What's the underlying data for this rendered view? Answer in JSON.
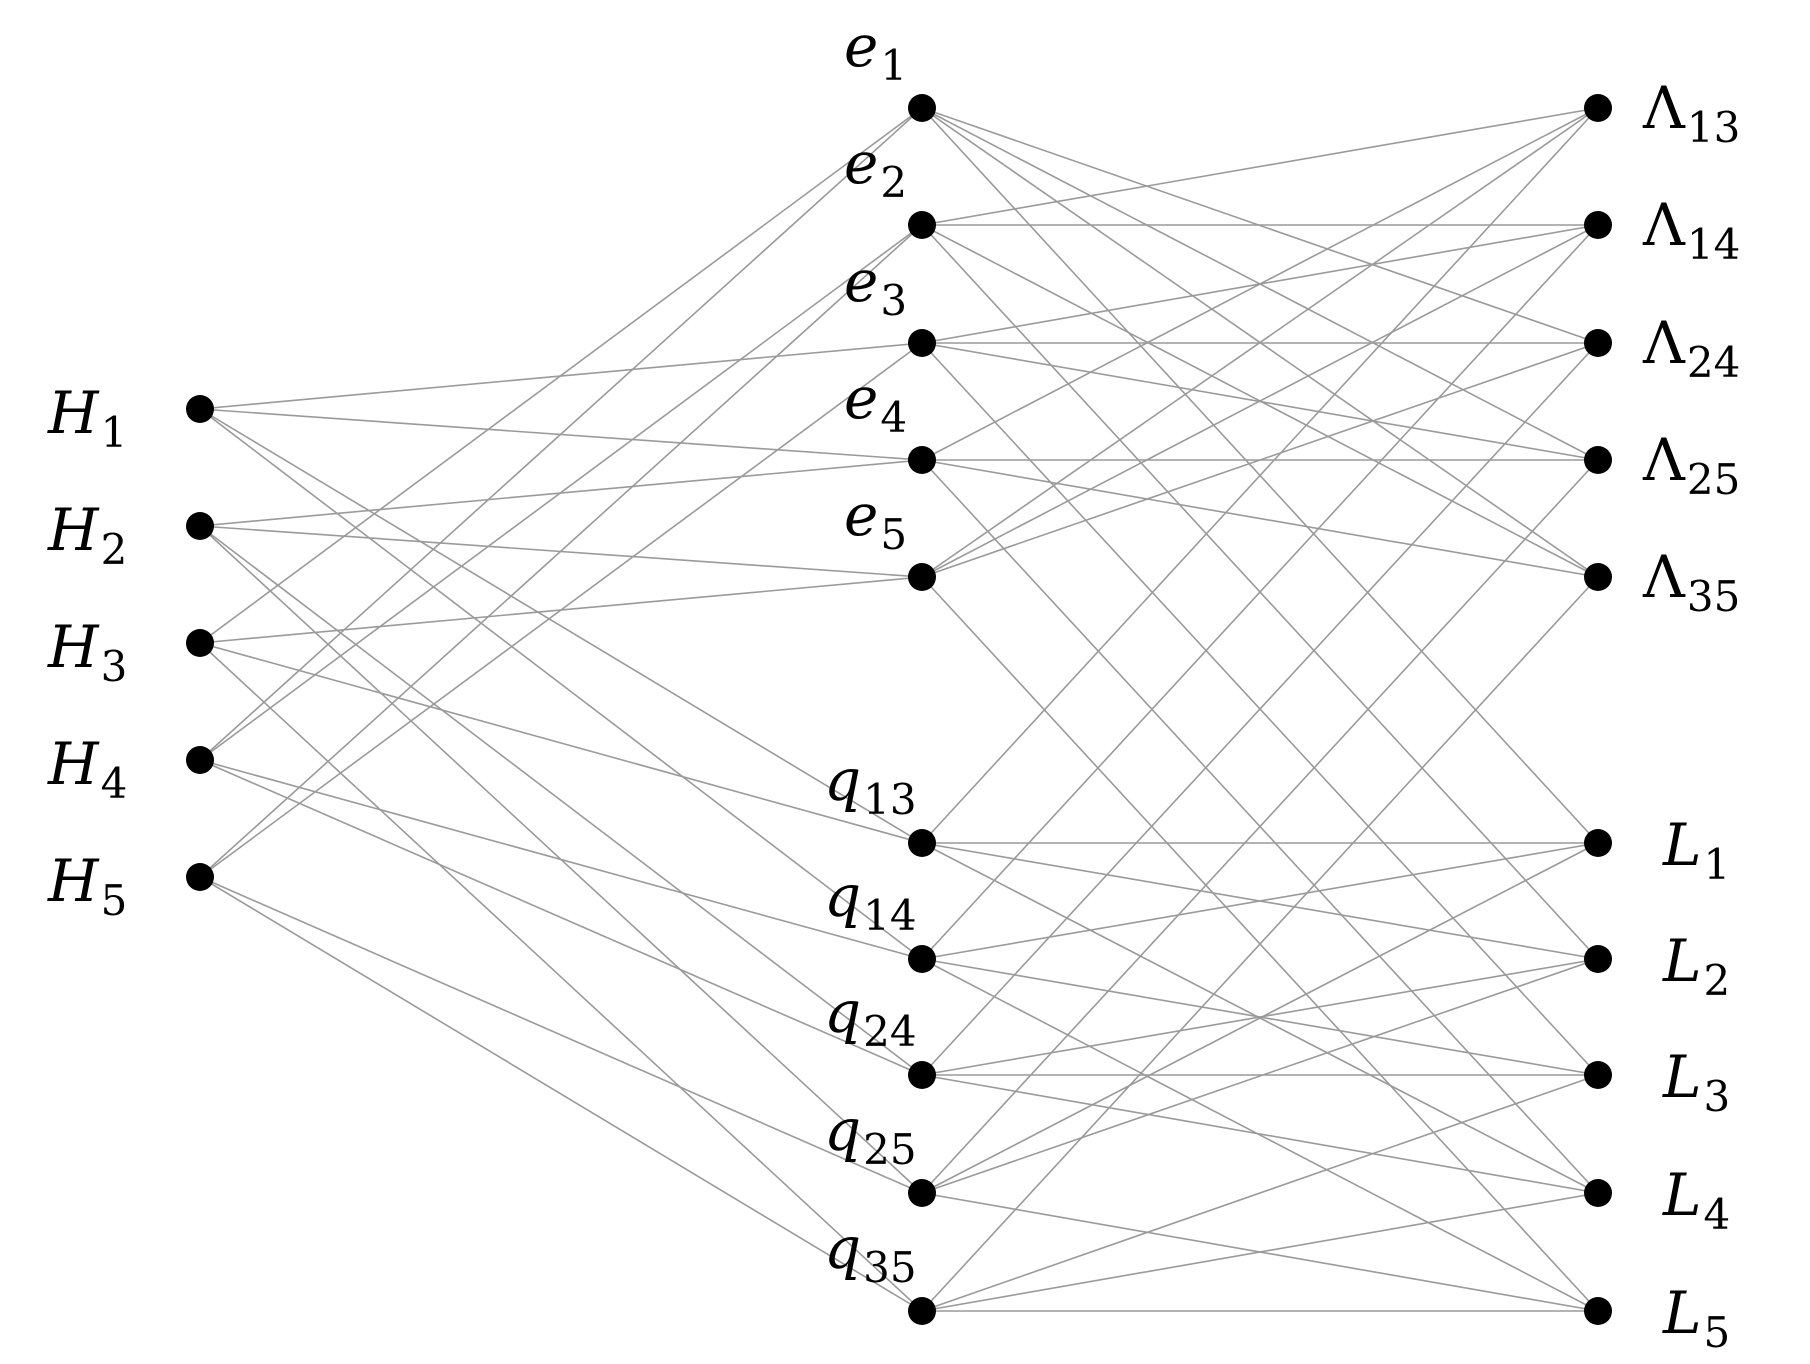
{
  "colors": {
    "edge": "#9a9a9a",
    "node": "#000000",
    "background": "#ffffff"
  },
  "nodes": [
    {
      "id": "H1",
      "group": "H",
      "symbol": "H",
      "sub": "1"
    },
    {
      "id": "H2",
      "group": "H",
      "symbol": "H",
      "sub": "2"
    },
    {
      "id": "H3",
      "group": "H",
      "symbol": "H",
      "sub": "3"
    },
    {
      "id": "H4",
      "group": "H",
      "symbol": "H",
      "sub": "4"
    },
    {
      "id": "H5",
      "group": "H",
      "symbol": "H",
      "sub": "5"
    },
    {
      "id": "e1",
      "group": "e",
      "symbol": "e",
      "sub": "1"
    },
    {
      "id": "e2",
      "group": "e",
      "symbol": "e",
      "sub": "2"
    },
    {
      "id": "e3",
      "group": "e",
      "symbol": "e",
      "sub": "3"
    },
    {
      "id": "e4",
      "group": "e",
      "symbol": "e",
      "sub": "4"
    },
    {
      "id": "e5",
      "group": "e",
      "symbol": "e",
      "sub": "5"
    },
    {
      "id": "q13",
      "group": "q",
      "symbol": "q",
      "sub": "13"
    },
    {
      "id": "q14",
      "group": "q",
      "symbol": "q",
      "sub": "14"
    },
    {
      "id": "q24",
      "group": "q",
      "symbol": "q",
      "sub": "24"
    },
    {
      "id": "q25",
      "group": "q",
      "symbol": "q",
      "sub": "25"
    },
    {
      "id": "q35",
      "group": "q",
      "symbol": "q",
      "sub": "35"
    },
    {
      "id": "Λ13",
      "group": "Λ",
      "symbol": "Λ",
      "sub": "13"
    },
    {
      "id": "Λ14",
      "group": "Λ",
      "symbol": "Λ",
      "sub": "14"
    },
    {
      "id": "Λ24",
      "group": "Λ",
      "symbol": "Λ",
      "sub": "24"
    },
    {
      "id": "Λ25",
      "group": "Λ",
      "symbol": "Λ",
      "sub": "25"
    },
    {
      "id": "Λ35",
      "group": "Λ",
      "symbol": "Λ",
      "sub": "35"
    },
    {
      "id": "L1",
      "group": "L",
      "symbol": "L",
      "sub": "1"
    },
    {
      "id": "L2",
      "group": "L",
      "symbol": "L",
      "sub": "2"
    },
    {
      "id": "L3",
      "group": "L",
      "symbol": "L",
      "sub": "3"
    },
    {
      "id": "L4",
      "group": "L",
      "symbol": "L",
      "sub": "4"
    },
    {
      "id": "L5",
      "group": "L",
      "symbol": "L",
      "sub": "5"
    }
  ],
  "edges": [
    [
      "H1",
      "e3"
    ],
    [
      "H1",
      "e4"
    ],
    [
      "H1",
      "q13"
    ],
    [
      "H1",
      "q14"
    ],
    [
      "H2",
      "e4"
    ],
    [
      "H2",
      "e5"
    ],
    [
      "H2",
      "q24"
    ],
    [
      "H2",
      "q25"
    ],
    [
      "H3",
      "e1"
    ],
    [
      "H3",
      "e5"
    ],
    [
      "H3",
      "q13"
    ],
    [
      "H3",
      "q35"
    ],
    [
      "H4",
      "e1"
    ],
    [
      "H4",
      "e2"
    ],
    [
      "H4",
      "q14"
    ],
    [
      "H4",
      "q24"
    ],
    [
      "H5",
      "e2"
    ],
    [
      "H5",
      "e3"
    ],
    [
      "H5",
      "q25"
    ],
    [
      "H5",
      "q35"
    ],
    [
      "e1",
      "Λ24"
    ],
    [
      "e1",
      "Λ25"
    ],
    [
      "e1",
      "Λ35"
    ],
    [
      "e1",
      "L1"
    ],
    [
      "e2",
      "Λ13"
    ],
    [
      "e2",
      "Λ14"
    ],
    [
      "e2",
      "Λ35"
    ],
    [
      "e2",
      "L2"
    ],
    [
      "e3",
      "Λ14"
    ],
    [
      "e3",
      "Λ24"
    ],
    [
      "e3",
      "Λ25"
    ],
    [
      "e3",
      "L3"
    ],
    [
      "e4",
      "Λ13"
    ],
    [
      "e4",
      "Λ25"
    ],
    [
      "e4",
      "Λ35"
    ],
    [
      "e4",
      "L4"
    ],
    [
      "e5",
      "Λ13"
    ],
    [
      "e5",
      "Λ14"
    ],
    [
      "e5",
      "Λ24"
    ],
    [
      "e5",
      "L5"
    ],
    [
      "q13",
      "Λ13"
    ],
    [
      "q13",
      "L1"
    ],
    [
      "q13",
      "L2"
    ],
    [
      "q13",
      "L4"
    ],
    [
      "q14",
      "Λ14"
    ],
    [
      "q14",
      "L1"
    ],
    [
      "q14",
      "L3"
    ],
    [
      "q14",
      "L5"
    ],
    [
      "q24",
      "Λ24"
    ],
    [
      "q24",
      "L2"
    ],
    [
      "q24",
      "L3"
    ],
    [
      "q24",
      "L4"
    ],
    [
      "q25",
      "Λ25"
    ],
    [
      "q25",
      "L1"
    ],
    [
      "q25",
      "L2"
    ],
    [
      "q25",
      "L5"
    ],
    [
      "q35",
      "Λ35"
    ],
    [
      "q35",
      "L3"
    ],
    [
      "q35",
      "L4"
    ],
    [
      "q35",
      "L5"
    ]
  ]
}
